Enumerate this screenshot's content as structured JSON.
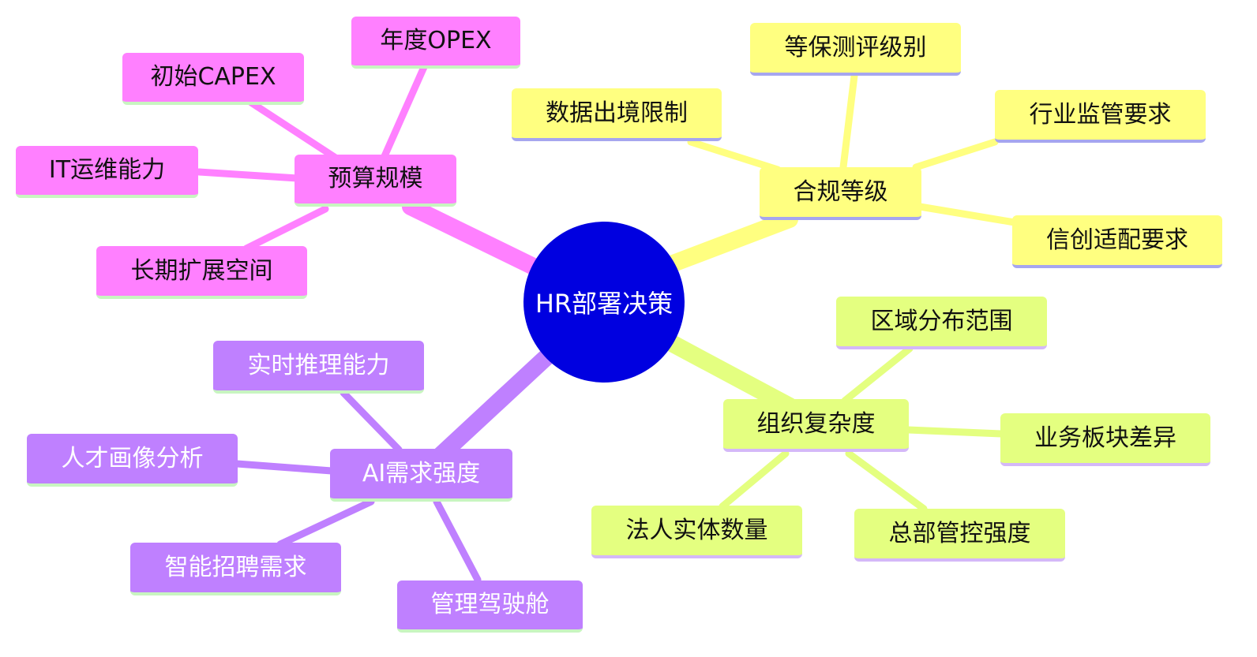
{
  "center": {
    "label": "HR部署决策",
    "color": "#0000e0"
  },
  "branches": {
    "budget": {
      "label": "预算规模",
      "color": "#ff80ff",
      "children": [
        "年度OPEX",
        "初始CAPEX",
        "IT运维能力",
        "长期扩展空间"
      ]
    },
    "compliance": {
      "label": "合规等级",
      "color": "#ffff80",
      "children": [
        "等保测评级别",
        "数据出境限制",
        "行业监管要求",
        "信创适配要求"
      ]
    },
    "org": {
      "label": "组织复杂度",
      "color": "#e4ff80",
      "children": [
        "区域分布范围",
        "业务板块差异",
        "法人实体数量",
        "总部管控强度"
      ]
    },
    "ai": {
      "label": "AI需求强度",
      "color": "#bf80ff",
      "children": [
        "实时推理能力",
        "人才画像分析",
        "智能招聘需求",
        "管理驾驶舱"
      ]
    }
  }
}
